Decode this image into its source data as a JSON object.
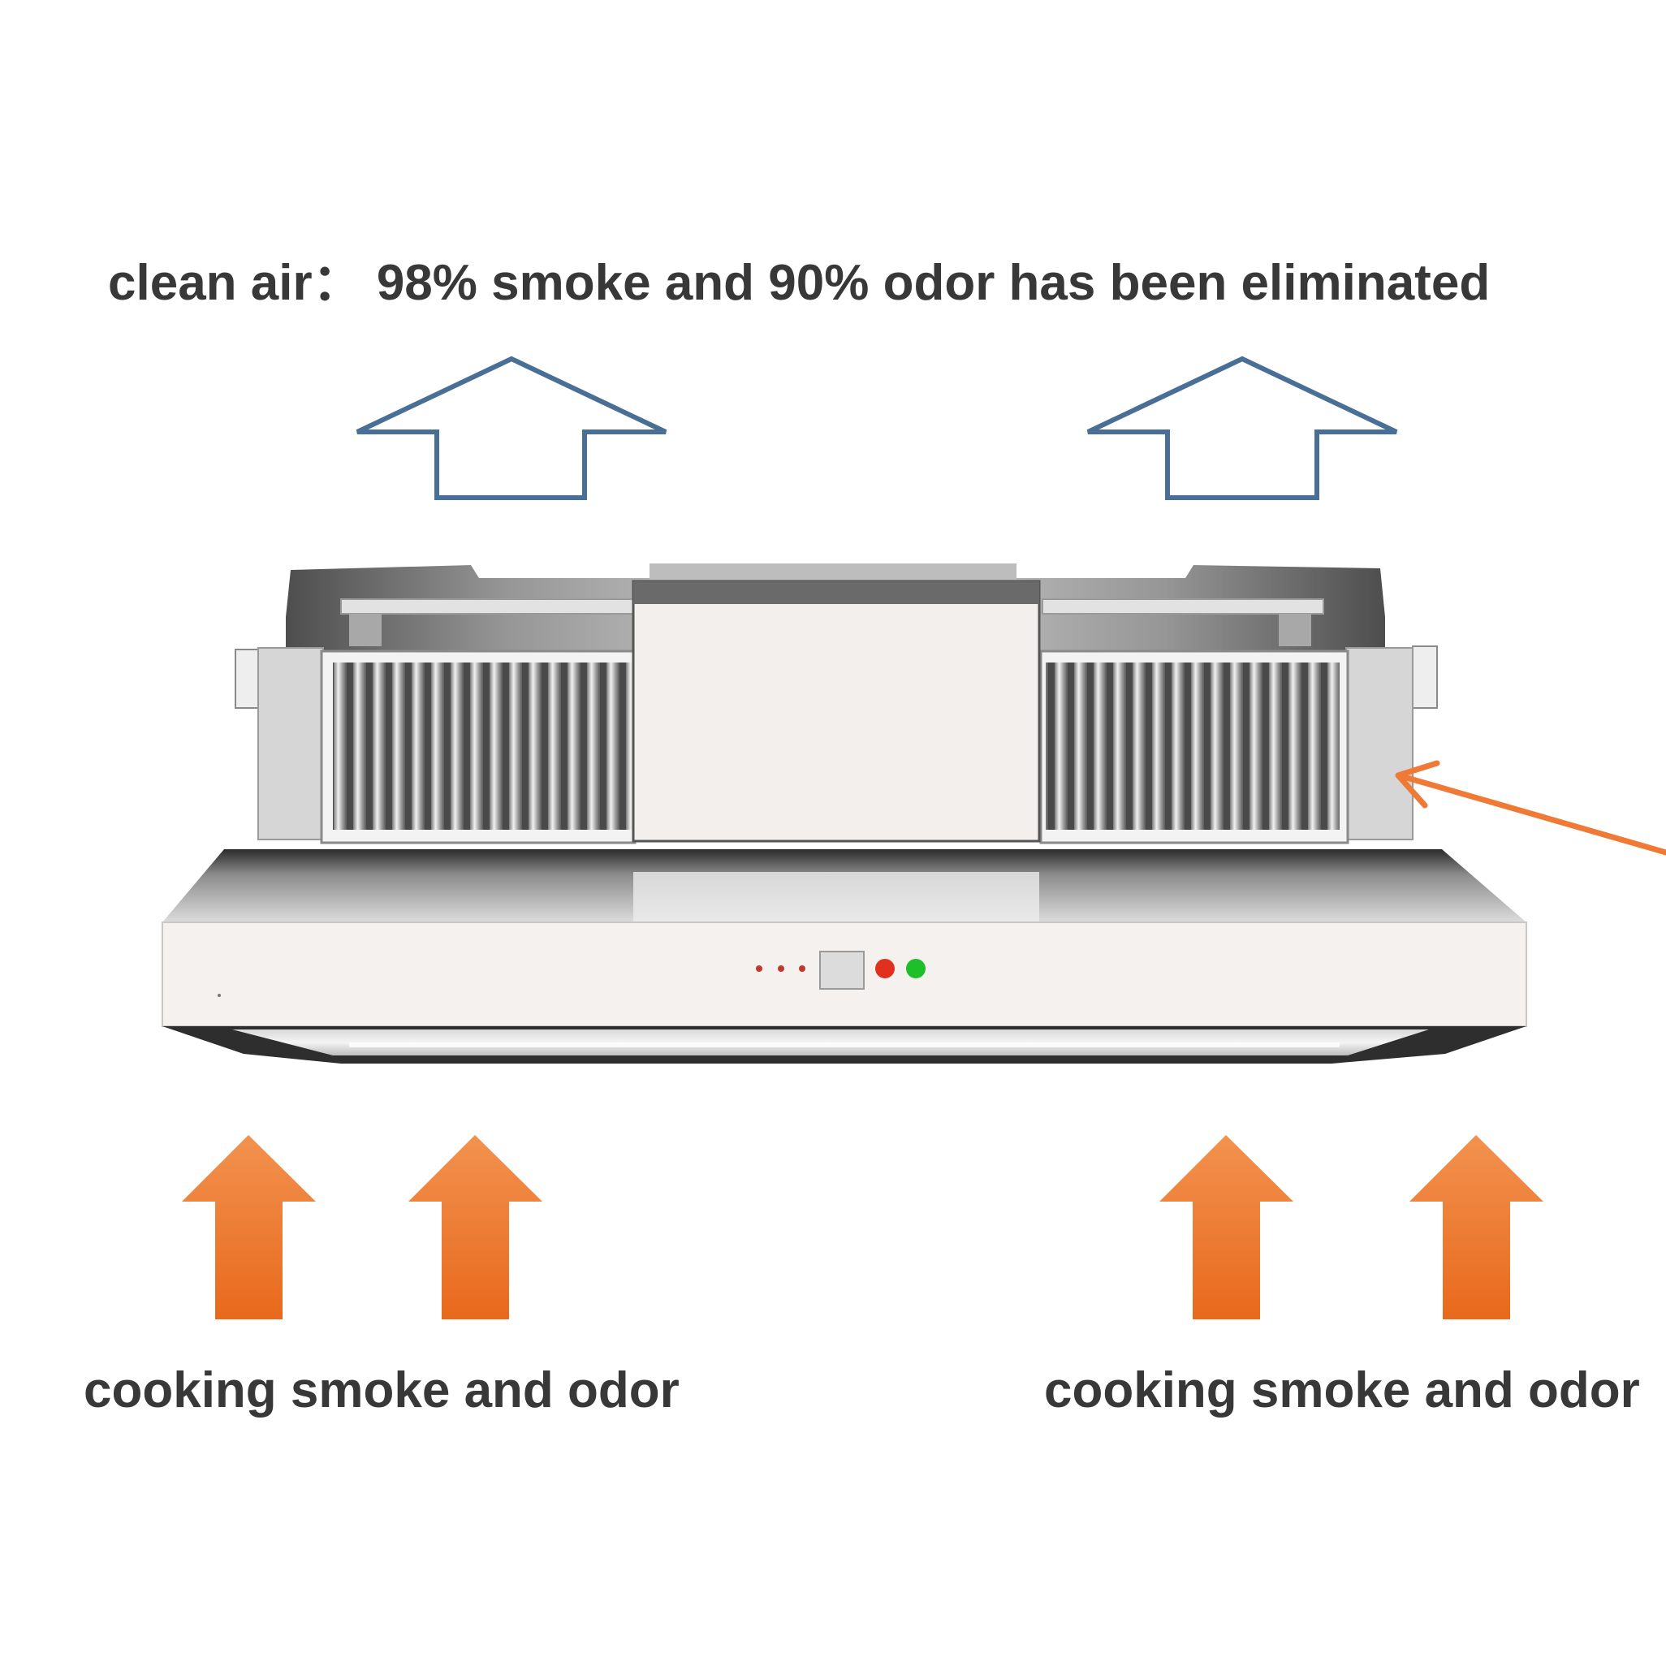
{
  "labels": {
    "clean_air": "clean air：  98% smoke and 90% odor has been eliminated",
    "smoke_left": "cooking smoke and odor",
    "smoke_right": "cooking smoke and odor"
  },
  "colors": {
    "text": "#383838",
    "clean_air_arrow": "#4a6f96",
    "smoke_arrow_top": "#f2924f",
    "smoke_arrow_bottom": "#e8691c",
    "pointer_arrow": "#ef7a36",
    "indicator_red": "#e0301e",
    "indicator_green": "#1fbf2a"
  },
  "icons": {
    "clean_air_arrows": "outline-up-arrow",
    "smoke_arrows": "filled-up-arrow",
    "pointer": "arrow-pointer",
    "product": "range-hood-purifier"
  }
}
